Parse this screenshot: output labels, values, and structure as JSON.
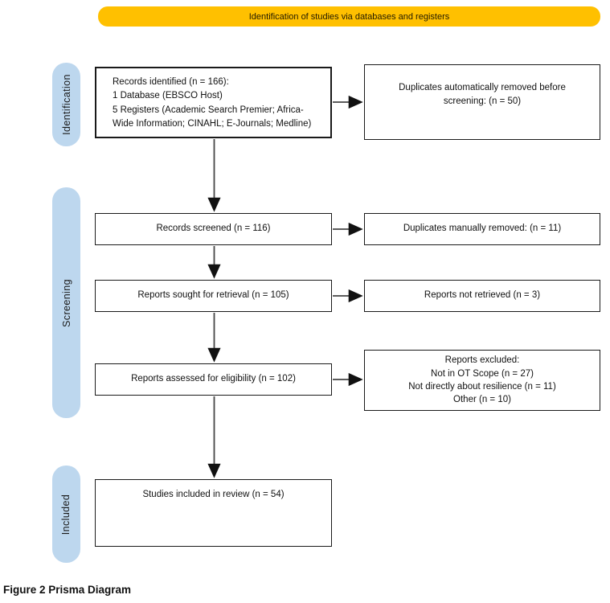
{
  "banner": {
    "label": "Identification of studies via databases and registers"
  },
  "colors": {
    "banner_bg": "#FFC000",
    "stage_bg": "#BDD7EE",
    "arrow_line": "#454545",
    "arrow_head": "#111111"
  },
  "stages": [
    {
      "label": "Identification"
    },
    {
      "label": "Screening"
    },
    {
      "label": "Included"
    }
  ],
  "boxes": {
    "records_identified": {
      "text": "Records identified (n = 166):\n1 Database (EBSCO Host)\n5 Registers (Academic Search Premier; Africa-\nWide Information; CINAHL; E-Journals; Medline)"
    },
    "duplicates_auto": {
      "text": "Duplicates automatically removed before\nscreening: (n = 50)"
    },
    "records_screened": {
      "text": "Records screened (n = 116)"
    },
    "duplicates_manual": {
      "text": "Duplicates manually removed:  (n = 11)"
    },
    "reports_sought": {
      "text": "Reports sought for retrieval (n = 105)"
    },
    "reports_not_retrieved": {
      "text": "Reports not retrieved (n = 3)"
    },
    "reports_assessed": {
      "text": "Reports assessed for eligibility (n = 102)"
    },
    "reports_excluded": {
      "text": "Reports excluded:\nNot in OT Scope (n = 27)\nNot directly about resilience (n = 11)\nOther (n = 10)"
    },
    "studies_included": {
      "text": "Studies included in review (n = 54)"
    }
  },
  "caption": "Figure 2 Prisma Diagram"
}
